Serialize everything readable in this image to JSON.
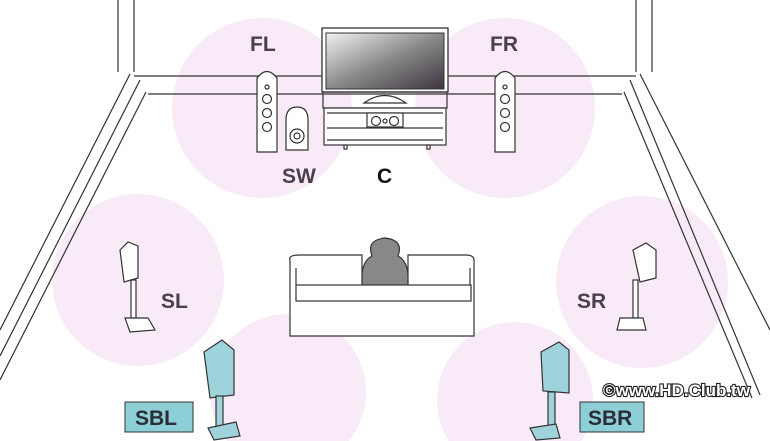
{
  "labels": {
    "front_left": "FL",
    "front_right": "FR",
    "subwoofer": "SW",
    "center": "C",
    "surround_left": "SL",
    "surround_right": "SR",
    "surround_back_left": "SBL",
    "surround_back_right": "SBR"
  },
  "watermark": "©www.HD.Club.tw",
  "colors": {
    "zone": "#f8eaf6",
    "back_speaker": "#9fd3dc",
    "back_label_box": "#8ccfd6",
    "line": "#333333"
  }
}
